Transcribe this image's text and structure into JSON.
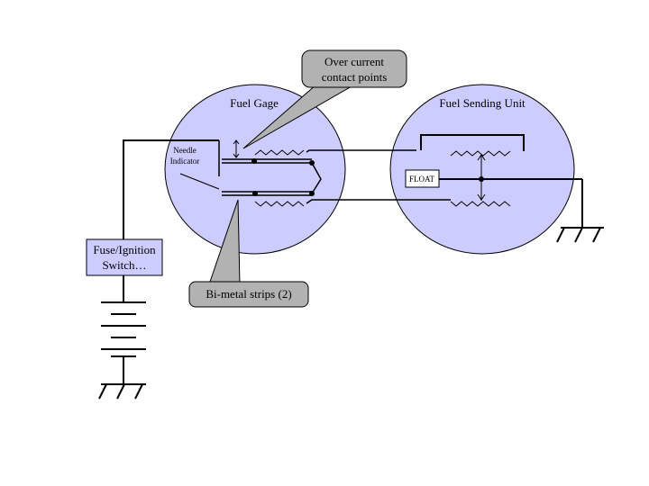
{
  "diagram": {
    "gauge_label": "Fuel Gage",
    "sender_label": "Fuel Sending Unit",
    "needle_label_line1": "Needle",
    "needle_label_line2": "Indicator",
    "float_label": "FLOAT",
    "fuse_label_line1": "Fuse/Ignition",
    "fuse_label_line2": "Switch…",
    "callout_contacts_line1": "Over current",
    "callout_contacts_line2": "contact points",
    "callout_strips": "Bi-metal strips (2)"
  },
  "colors": {
    "circle_fill": "#ccccff",
    "box_fill": "#ccccff",
    "callout_fill": "#b2b2b2",
    "line": "#000000"
  }
}
